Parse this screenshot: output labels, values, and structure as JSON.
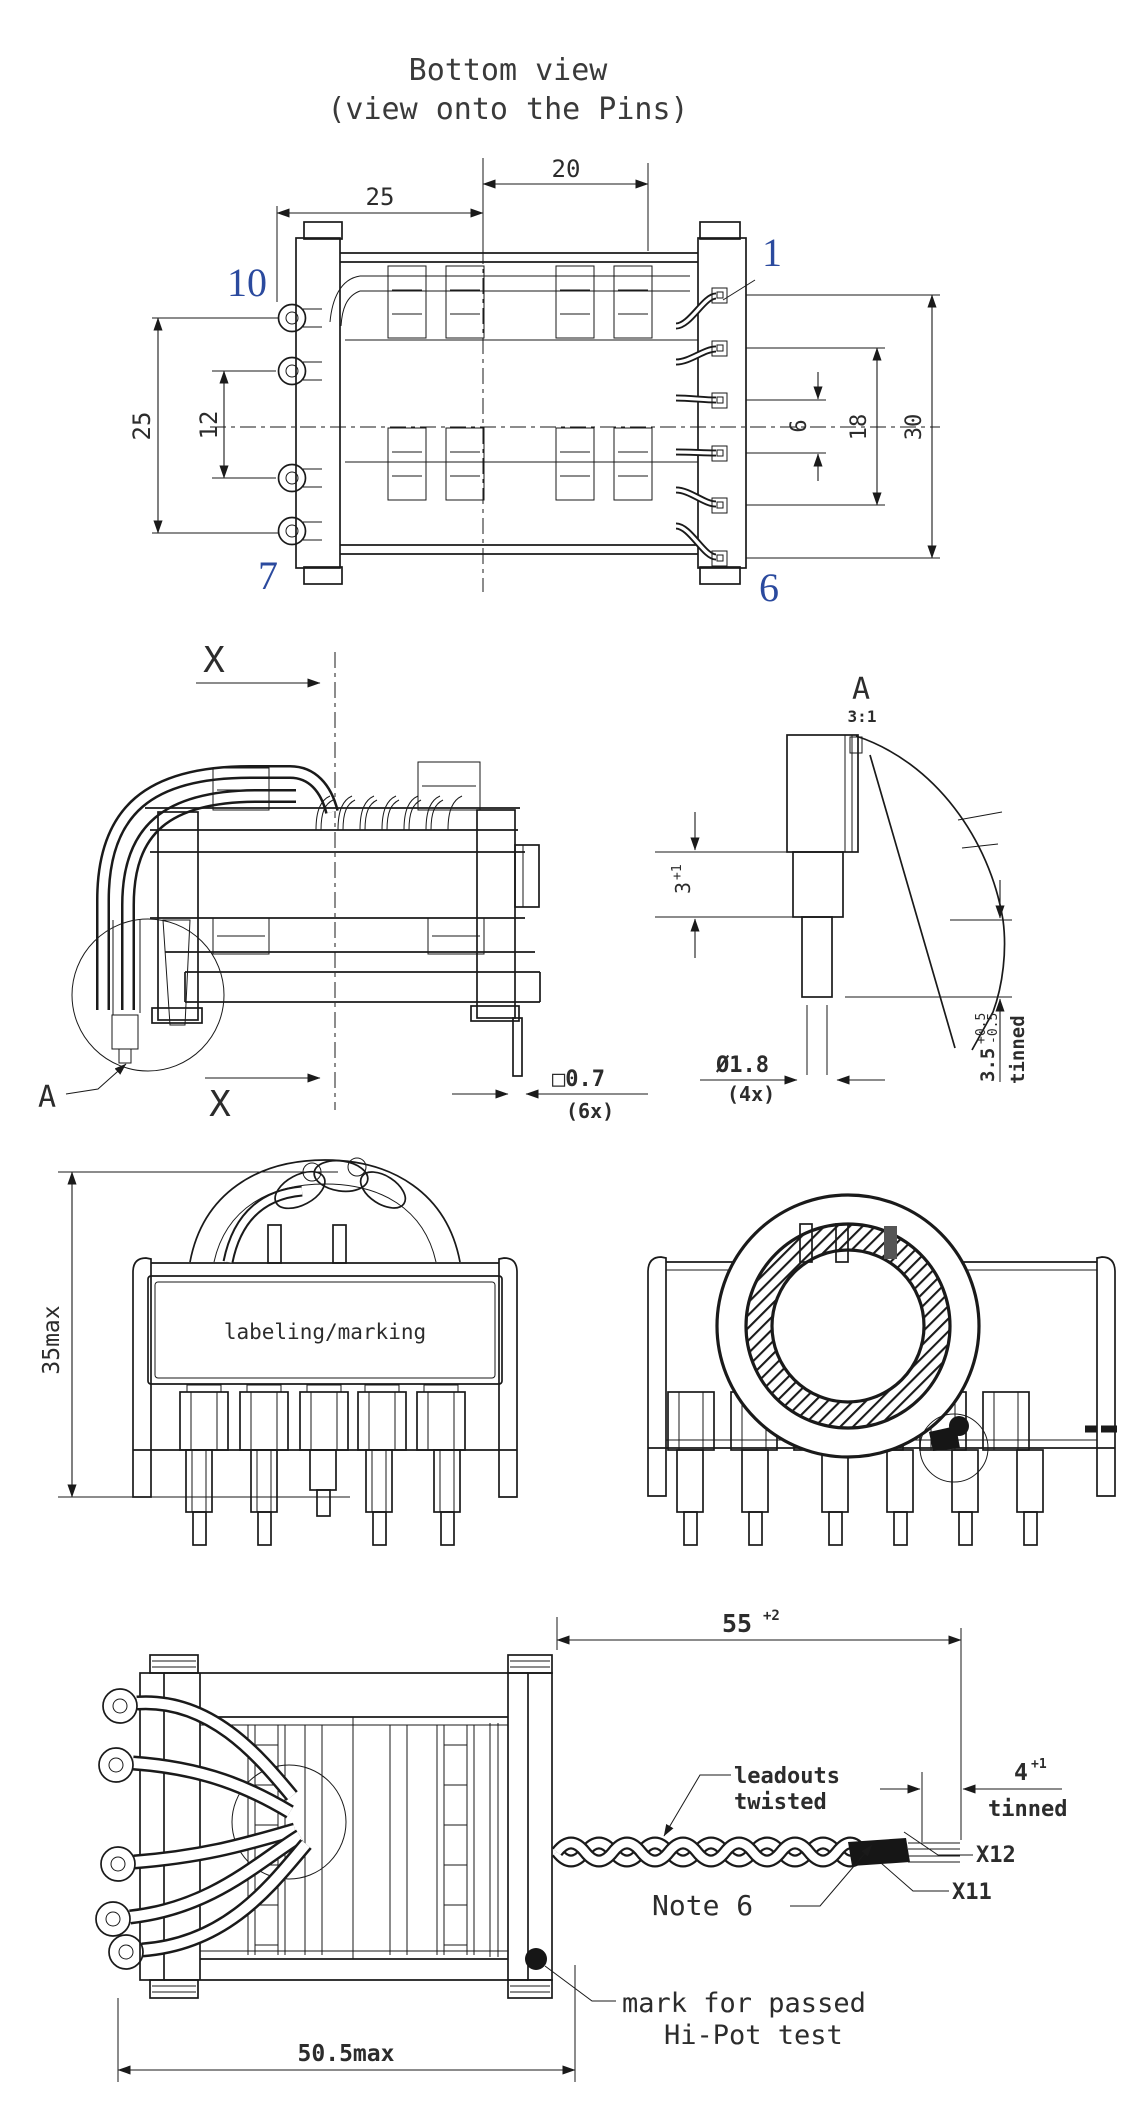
{
  "title": {
    "line1": "Bottom view",
    "line2": "(view onto the Pins)"
  },
  "bottom_view": {
    "dim_top_left": "25",
    "dim_top_right": "20",
    "dim_left_outer": "25",
    "dim_left_inner": "12",
    "dim_right_inner": "6",
    "dim_right_mid": "18",
    "dim_right_outer": "30",
    "pin_top_left": "10",
    "pin_top_right": "1",
    "pin_bottom_left": "7",
    "pin_bottom_right": "6"
  },
  "side_view": {
    "section_top": "X",
    "section_bottom": "X",
    "detail_ref": "A",
    "pin_dim": "□0.7",
    "pin_dim_qty": "(6x)"
  },
  "detail_a": {
    "title": "A",
    "scale": "3:1",
    "dim_height": "3",
    "dim_height_tol": "+1",
    "dim_dia": "Ø1.8",
    "dim_dia_qty": "(4x)",
    "dim_tinned_len": "3.5",
    "dim_tinned_tol_plus": "+0.5",
    "dim_tinned_tol_minus": "-0.5",
    "tinned_label": "tinned"
  },
  "front_view": {
    "dim_height": "35max",
    "label_box": "labeling/marking"
  },
  "assembly_view": {
    "dim_leadout": "55",
    "dim_leadout_tol": "+2",
    "dim_tinned": "4",
    "dim_tinned_tol": "+1",
    "tinned_label": "tinned",
    "leadouts_label_1": "leadouts",
    "leadouts_label_2": "twisted",
    "note_label": "Note 6",
    "wire_x12": "X12",
    "wire_x11": "X11",
    "dim_width": "50.5max",
    "hipot_label_1": "mark for passed",
    "hipot_label_2": "Hi-Pot test"
  }
}
